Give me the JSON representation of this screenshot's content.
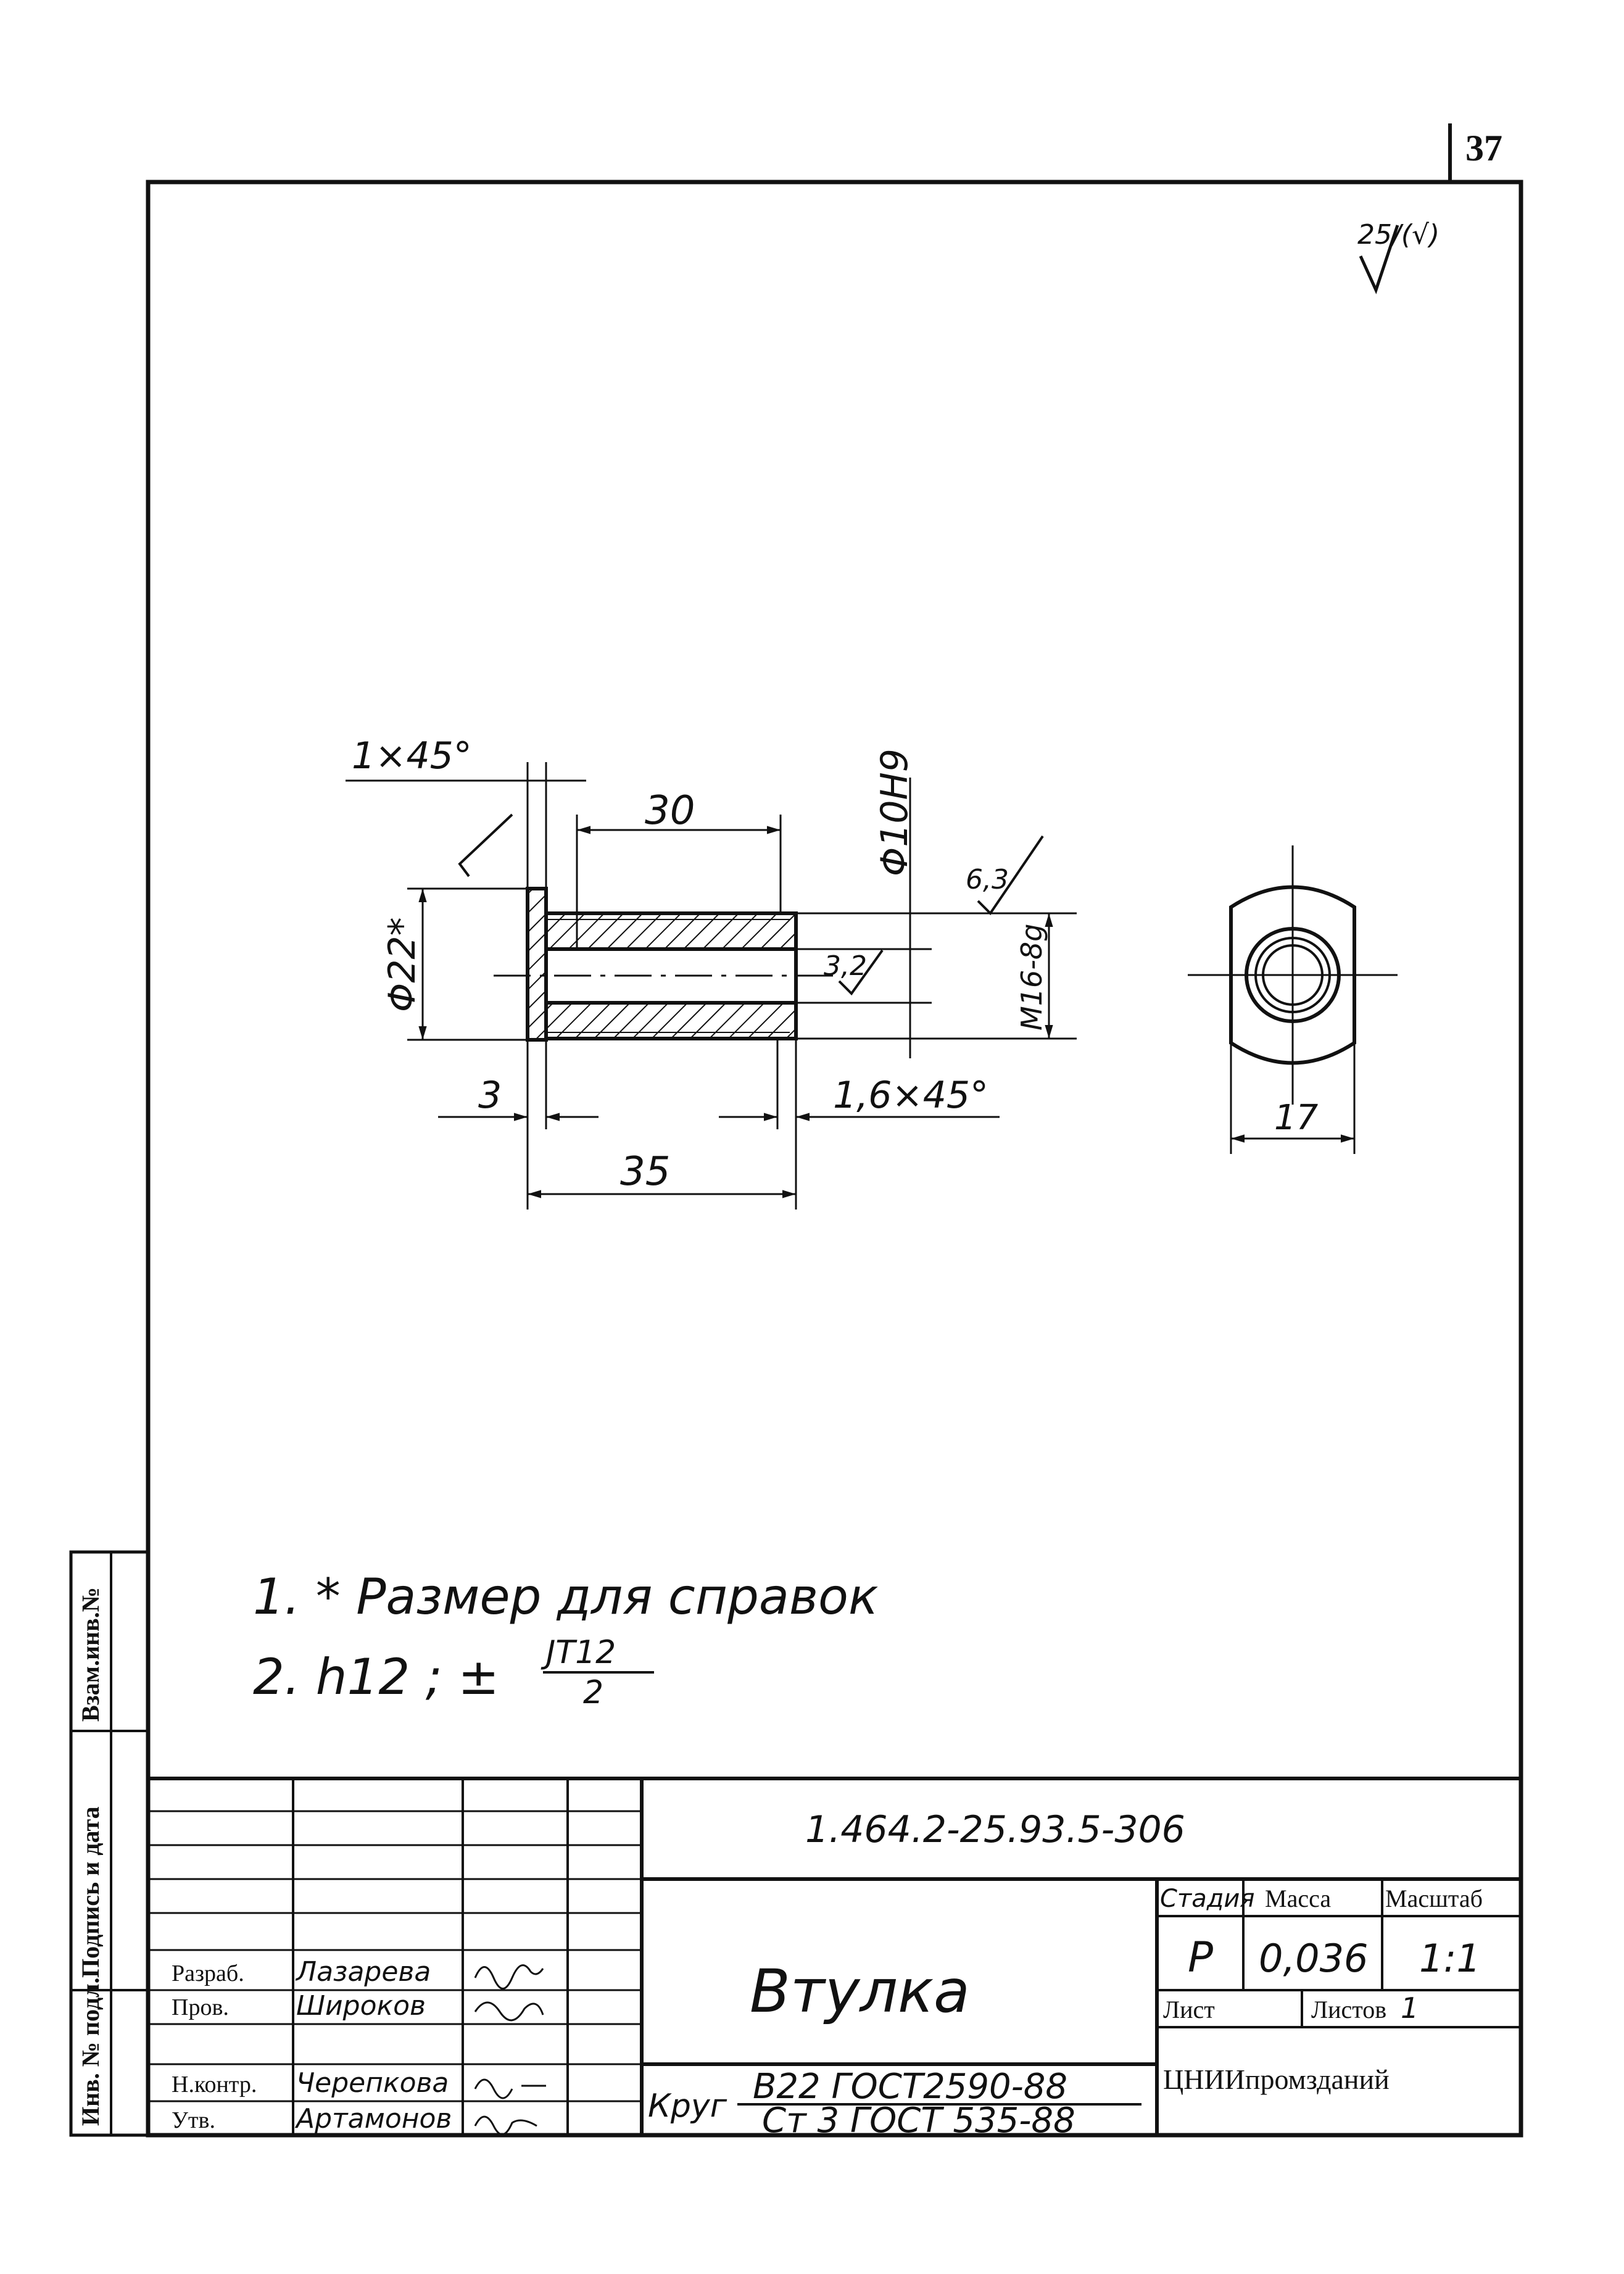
{
  "page": {
    "sheet_number": "37",
    "roughness_symbol": "25/(√)"
  },
  "drawing": {
    "dims": {
      "chamfer_left": "1×45°",
      "length_bore": "30",
      "bore_dia": "Φ10H9",
      "flange_dia": "Φ22*",
      "roughness_outer": "6,3",
      "roughness_inner": "3,2",
      "thread": "M16-8g",
      "flange_thk": "3",
      "chamfer_right": "1,6×45°",
      "total_length": "35",
      "flat_width": "17"
    }
  },
  "notes": {
    "note1": "1. * Размер для справок",
    "note2_prefix": "2.  h12 ;  ±",
    "note2_num": "JT12",
    "note2_den": "2"
  },
  "side_stamps": {
    "vzam": "Взам.инв.№",
    "podpis": "Подпись и дата",
    "inv": "Инв. № подл."
  },
  "title_block": {
    "doc_code": "1.464.2-25.93.5-306",
    "part_name": "Втулка",
    "material_prefix": "Круг",
    "material_top": "В22 ГОСТ2590-88",
    "material_bottom": "Ст 3 ГОСТ 535-88",
    "stage_label": "Стадия",
    "mass_label": "Масса",
    "scale_label": "Масштаб",
    "stage_value": "Р",
    "mass_value": "0,036",
    "scale_value": "1:1",
    "sheet_label": "Лист",
    "sheets_label": "Листов",
    "sheets_value": "1",
    "org": "ЦНИИпромзданий",
    "roles": [
      {
        "role": "Разраб.",
        "name": "Лазарева"
      },
      {
        "role": "Пров.",
        "name": "Широков"
      },
      {
        "role": "Н.контр.",
        "name": "Черепкова"
      },
      {
        "role": "Утв.",
        "name": "Артамонов"
      }
    ]
  }
}
